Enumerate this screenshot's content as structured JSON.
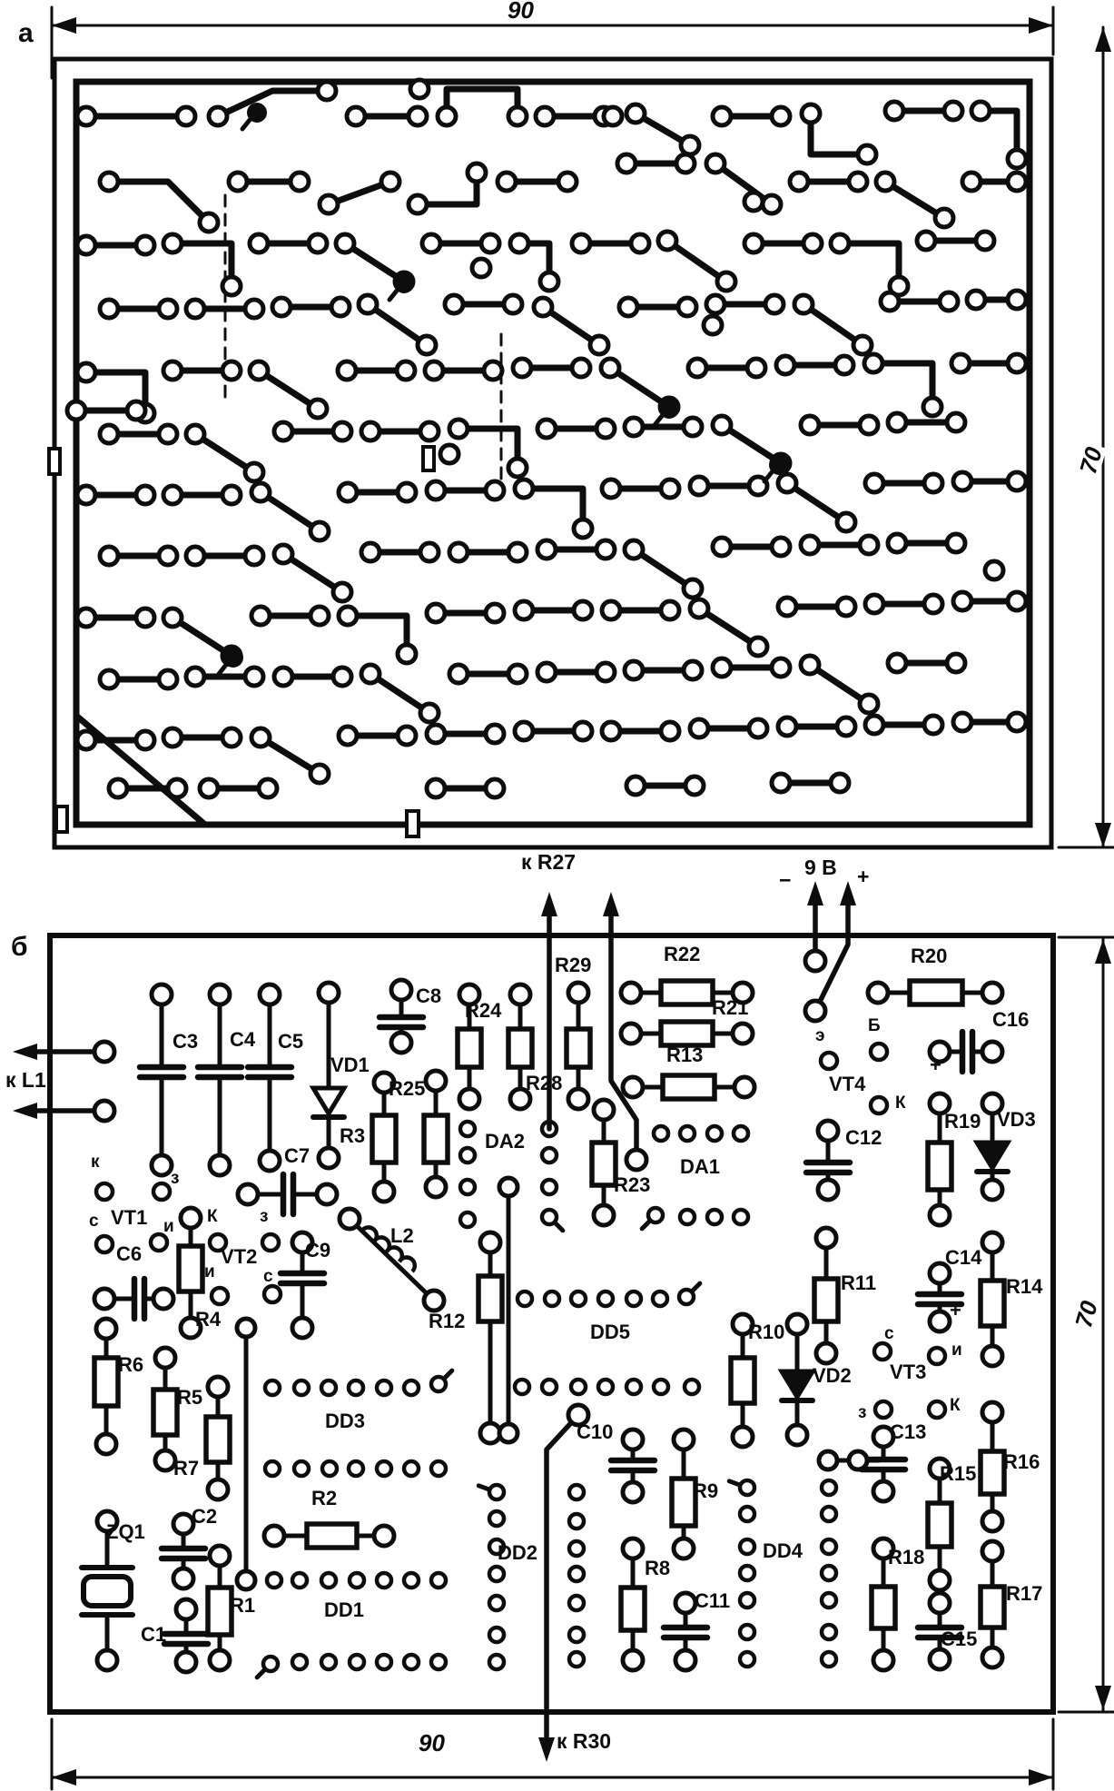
{
  "diagram": {
    "panel_a": {
      "label": "а",
      "width_dim": "90",
      "height_dim": "70"
    },
    "panel_b": {
      "label": "б",
      "width_dim": "90",
      "height_dim": "70",
      "external": {
        "l1": "к L1",
        "r27": "к R27",
        "r30": "к R30",
        "supply": "9 В",
        "supply_minus": "−",
        "supply_plus": "+"
      },
      "components": {
        "c1": "C1",
        "c2": "C2",
        "c3": "C3",
        "c4": "C4",
        "c5": "C5",
        "c6": "C6",
        "c7": "C7",
        "c8": "C8",
        "c9": "C9",
        "c10": "C10",
        "c11": "C11",
        "c12": "C12",
        "c13": "C13",
        "c14": "C14",
        "c15": "C15",
        "c16": "C16",
        "r1": "R1",
        "r2": "R2",
        "r3": "R3",
        "r4": "R4",
        "r5": "R5",
        "r6": "R6",
        "r7": "R7",
        "r8": "R8",
        "r9": "R9",
        "r10": "R10",
        "r11": "R11",
        "r12": "R12",
        "r13": "R13",
        "r14": "R14",
        "r15": "R15",
        "r16": "R16",
        "r17": "R17",
        "r18": "R18",
        "r19": "R19",
        "r20": "R20",
        "r21": "R21",
        "r22": "R22",
        "r23": "R23",
        "r24": "R24",
        "r25": "R25",
        "r28": "R28",
        "r29": "R29",
        "vd1": "VD1",
        "vd2": "VD2",
        "vd3": "VD3",
        "vt1": "VT1",
        "vt2": "VT2",
        "vt3": "VT3",
        "vt4": "VT4",
        "da1": "DA1",
        "da2": "DA2",
        "dd1": "DD1",
        "dd2": "DD2",
        "dd3": "DD3",
        "dd4": "DD4",
        "dd5": "DD5",
        "l2": "L2",
        "zq1": "ZQ1"
      },
      "electrodes": {
        "vt1_case": "к",
        "vt1_gate": "з",
        "vt1_drain": "с",
        "vt1_source": "и",
        "vt2_case": "К",
        "vt2_gate": "з",
        "vt2_source": "и",
        "vt2_drain": "с",
        "vt3_drain": "с",
        "vt3_source": "и",
        "vt3_gate": "з",
        "vt3_case": "К",
        "vt4_emitter": "э",
        "vt4_base": "Б",
        "vt4_collector": "К"
      },
      "polarity": {
        "c14_plus": "+",
        "c16_plus": "+"
      }
    }
  }
}
